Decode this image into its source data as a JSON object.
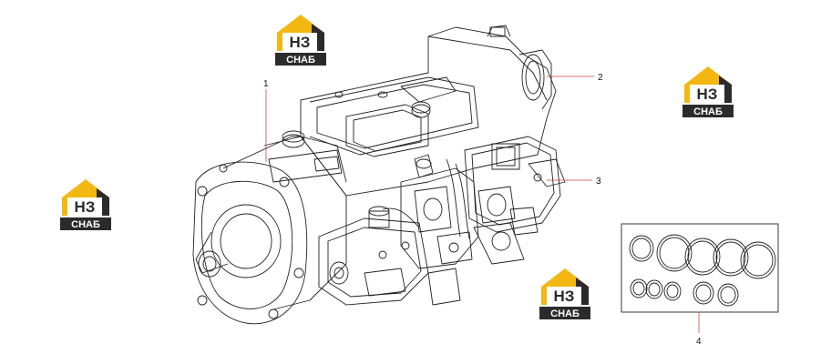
{
  "callouts": [
    {
      "id": "1",
      "label": "1"
    },
    {
      "id": "2",
      "label": "2"
    },
    {
      "id": "3",
      "label": "3"
    },
    {
      "id": "4",
      "label": "4"
    }
  ],
  "logo": {
    "top": "НЗ",
    "bottom": "СНАБ",
    "accent_color": "#f2b711",
    "dark_color": "#2b2b2b"
  },
  "line_color": "#222222",
  "leader_color": "#d04040"
}
